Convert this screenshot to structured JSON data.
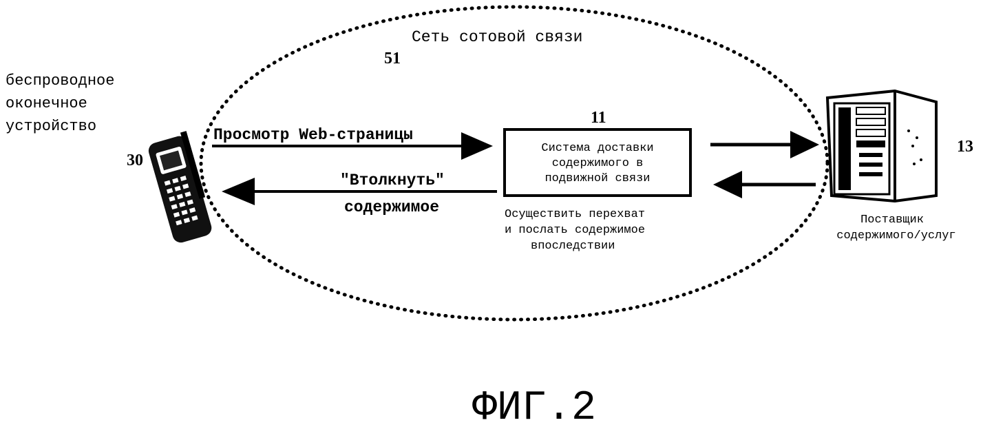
{
  "network": {
    "label": "Сеть сотовой связи",
    "ref": "51"
  },
  "terminal": {
    "label_lines": [
      "беспроводное",
      "оконечное",
      "устройство"
    ],
    "ref": "30"
  },
  "delivery_system": {
    "label_lines": [
      "Система доставки",
      "содержимого в",
      "подвижной связи"
    ],
    "ref": "11",
    "note_lines": [
      "Осуществить перехват",
      "и послать содержимое",
      "впоследствии"
    ]
  },
  "provider": {
    "label_lines": [
      "Поставщик",
      "содержимого/услуг"
    ],
    "ref": "13"
  },
  "arrows": {
    "browse_label": "Просмотр Web-страницы",
    "push_label_lines": [
      "\"Втолкнуть\"",
      "содержимое"
    ]
  },
  "figure": {
    "caption": "ФИГ.2"
  }
}
